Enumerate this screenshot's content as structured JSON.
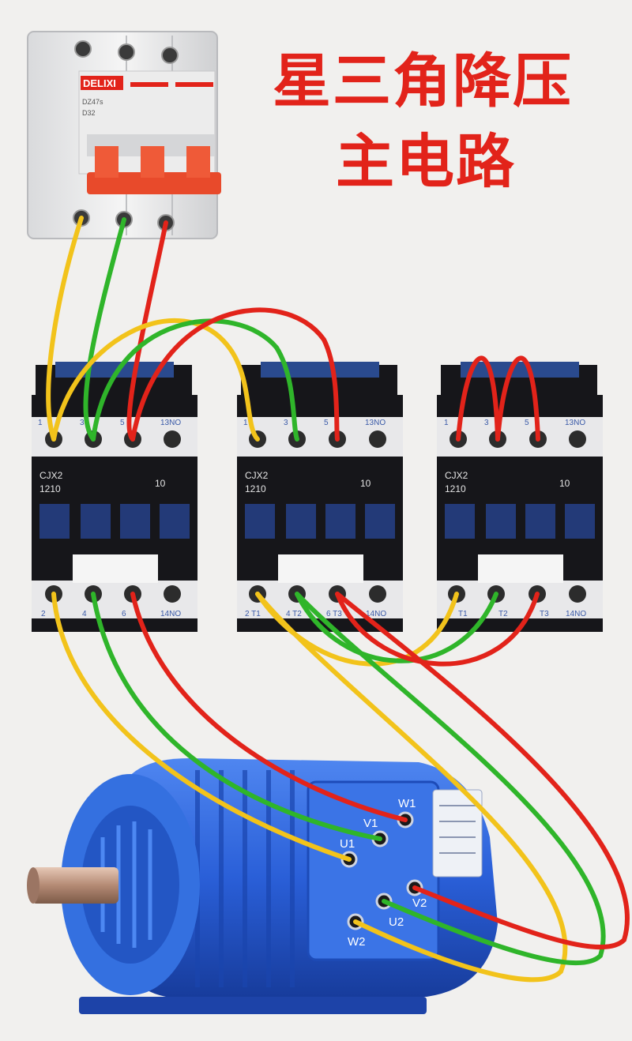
{
  "title": {
    "line1": "星三角降压",
    "line2": "主电路"
  },
  "breaker": {
    "brand": "DELIXI",
    "model_small": "DZ47s",
    "rating": "D32"
  },
  "contactors": [
    {
      "model": "CJX2",
      "rating": "1210",
      "aux": "10",
      "top_labels": [
        "1",
        "3",
        "5",
        "13NO"
      ],
      "bottom_labels": [
        "2",
        "4",
        "6",
        "14NO"
      ]
    },
    {
      "model": "CJX2",
      "rating": "1210",
      "aux": "10",
      "top_labels": [
        "1",
        "3",
        "5",
        "13NO"
      ],
      "bottom_labels": [
        "2 T1",
        "4 T2",
        "6 T3",
        "14NO"
      ]
    },
    {
      "model": "CJX2",
      "rating": "1210",
      "aux": "10",
      "top_labels": [
        "1",
        "3",
        "5",
        "13NO"
      ],
      "bottom_labels": [
        "T1",
        "T2",
        "T3",
        "14NO"
      ]
    }
  ],
  "motor": {
    "terminals": [
      "W1",
      "V1",
      "U1",
      "V2",
      "U2",
      "W2"
    ]
  },
  "colors": {
    "phase_yellow": "#f2c31b",
    "phase_green": "#2fb52a",
    "phase_red": "#e2231a",
    "motor_blue": "#2a5fd8",
    "contactor_black": "#16161a",
    "breaker_handle": "#e84a2b"
  }
}
